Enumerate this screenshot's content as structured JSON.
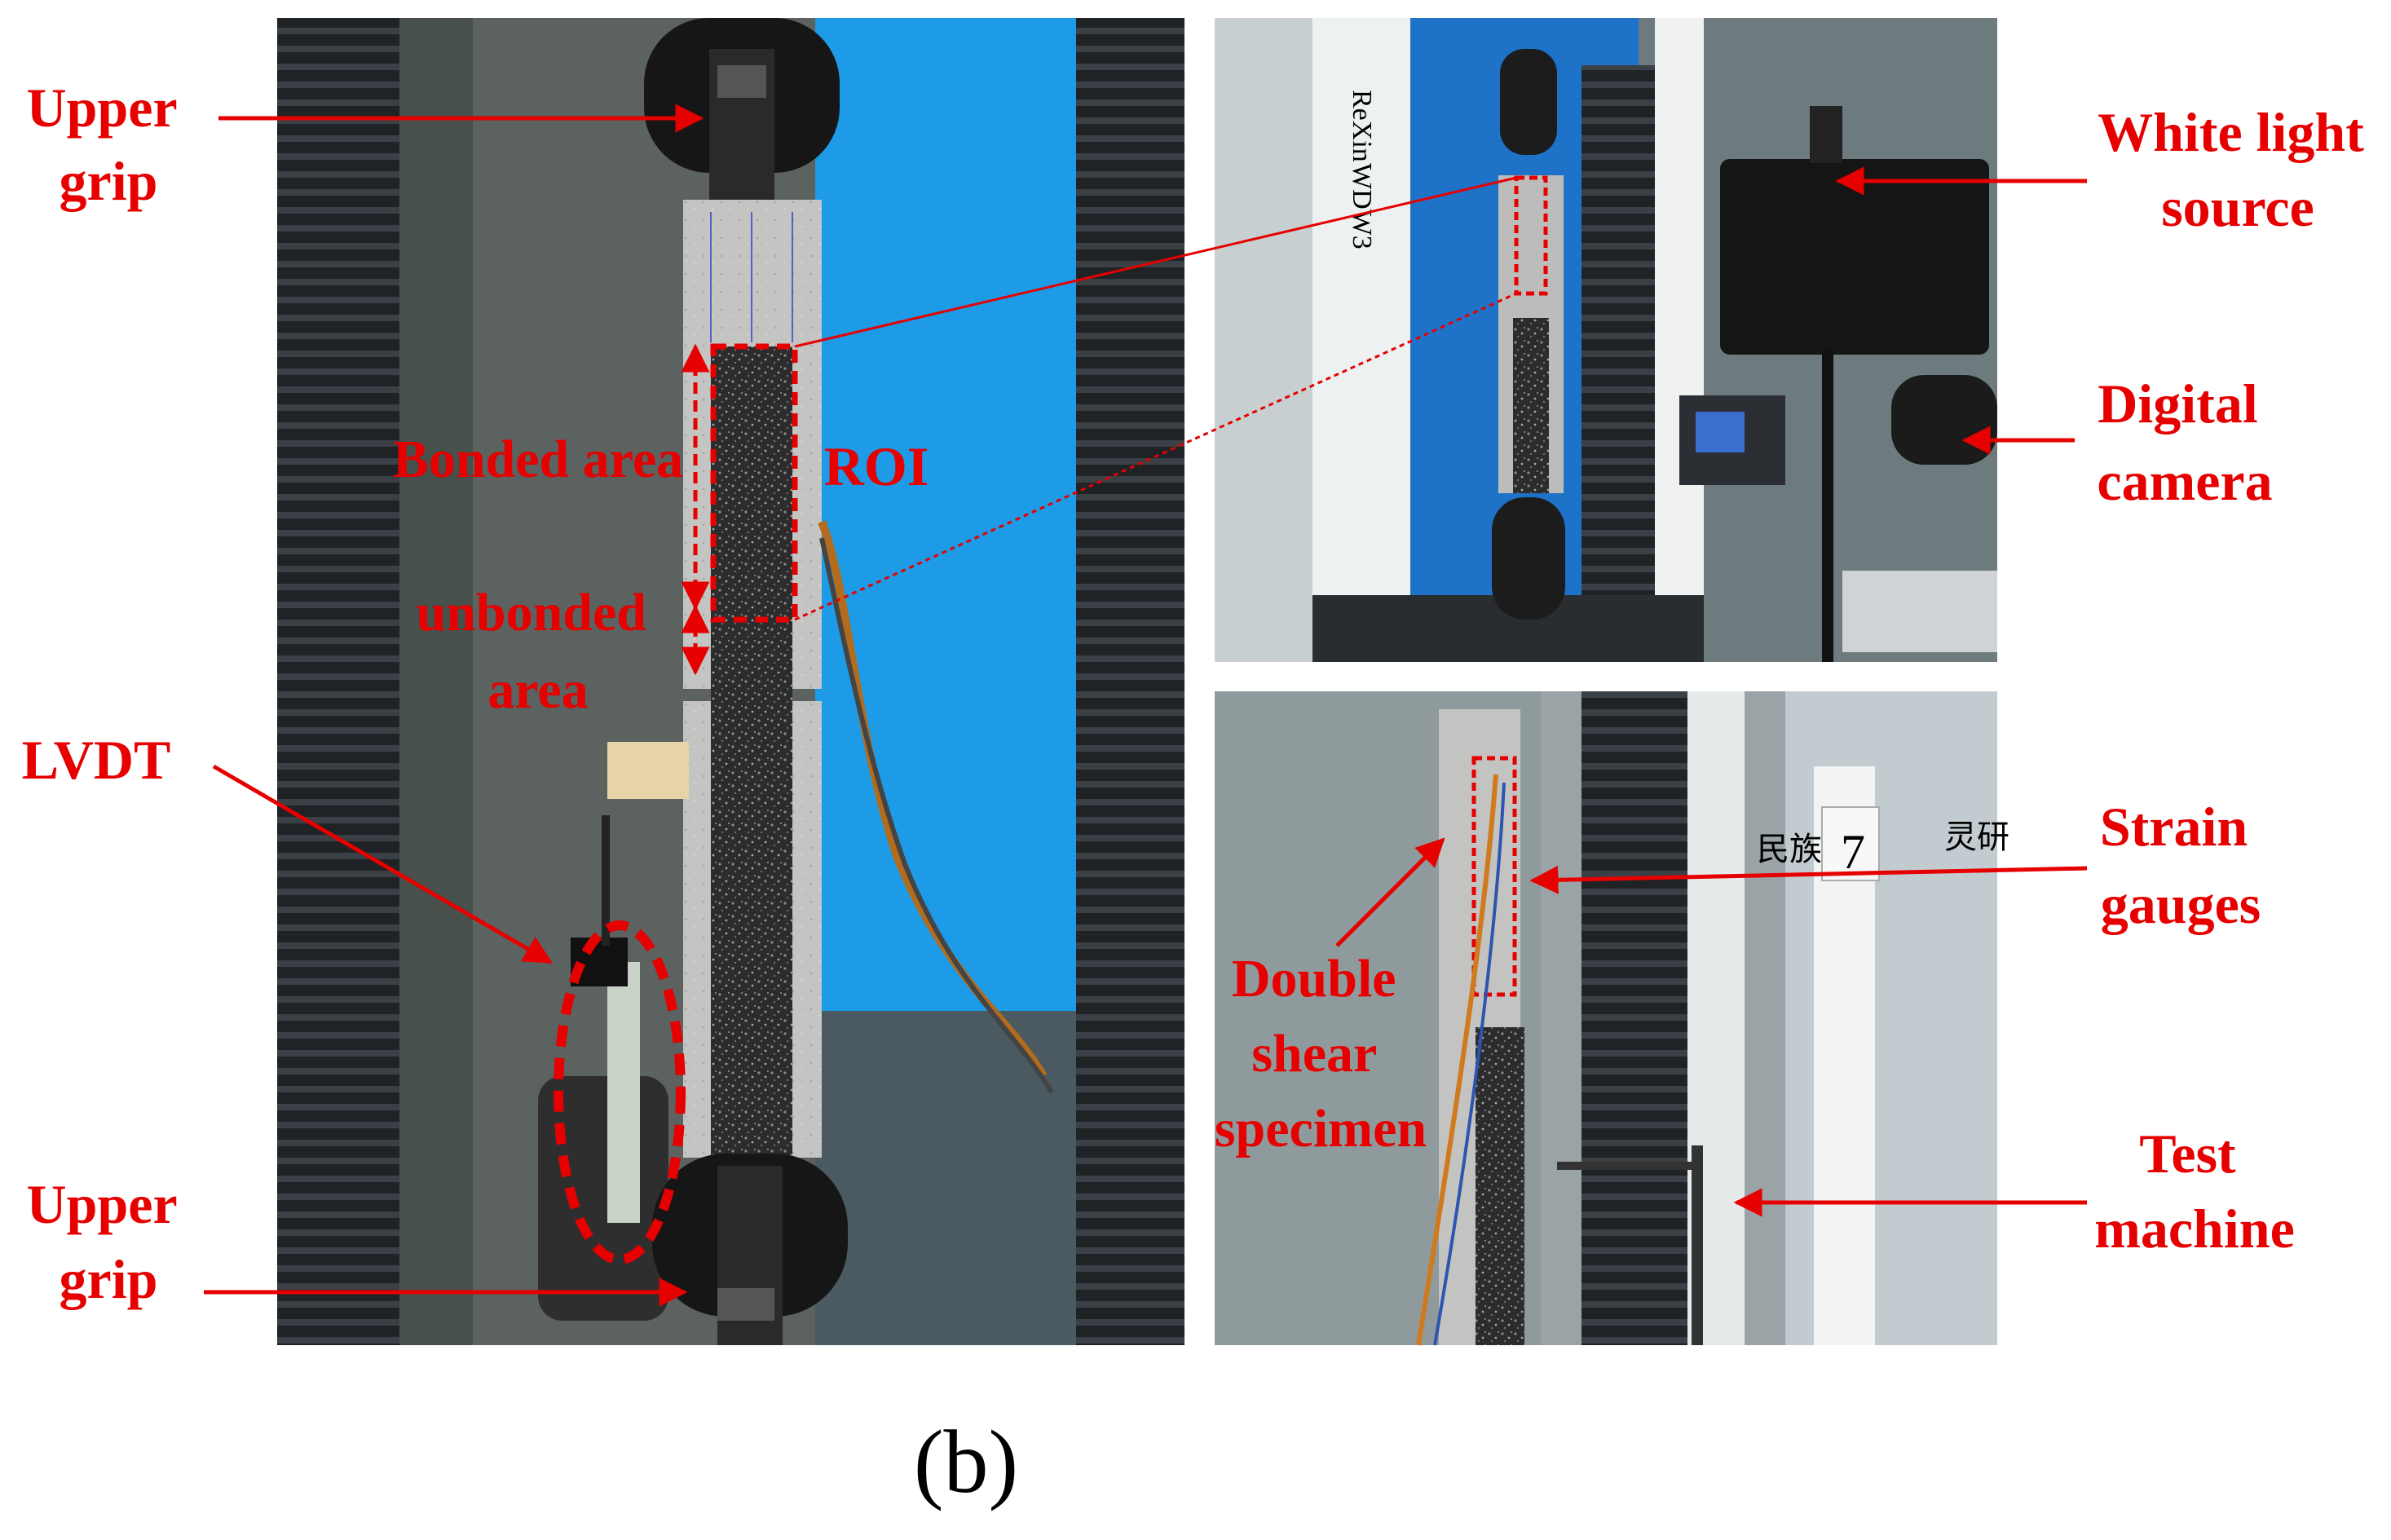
{
  "labels": {
    "upper_grip_top": [
      "Upper",
      "grip"
    ],
    "bonded_area": "Bonded area",
    "roi": "ROI",
    "unbonded_area": [
      "unbonded",
      "area"
    ],
    "lvdt": "LVDT",
    "upper_grip_bottom": [
      "Upper",
      "grip"
    ],
    "white_light_source": [
      "White light",
      "source"
    ],
    "digital_camera": [
      "Digital",
      "camera"
    ],
    "strain_gauges": [
      "Strain",
      "gauges"
    ],
    "double_shear_specimen": [
      "Double",
      "shear",
      "specimen"
    ],
    "test_machine": [
      "Test",
      "machine"
    ]
  },
  "photo_text": {
    "machine_brand": "WDW3",
    "machine_name": "ReXin",
    "bg_sign_1": "民族",
    "bg_sign_2": "灵研",
    "station_number": "7"
  },
  "caption": "(b)",
  "colors": {
    "annotation": "#e60000",
    "backdrop_blue": "#1e9be6",
    "specimen_grey": "#bdbdbd",
    "cfrp_dark": "#2e2e2e"
  }
}
